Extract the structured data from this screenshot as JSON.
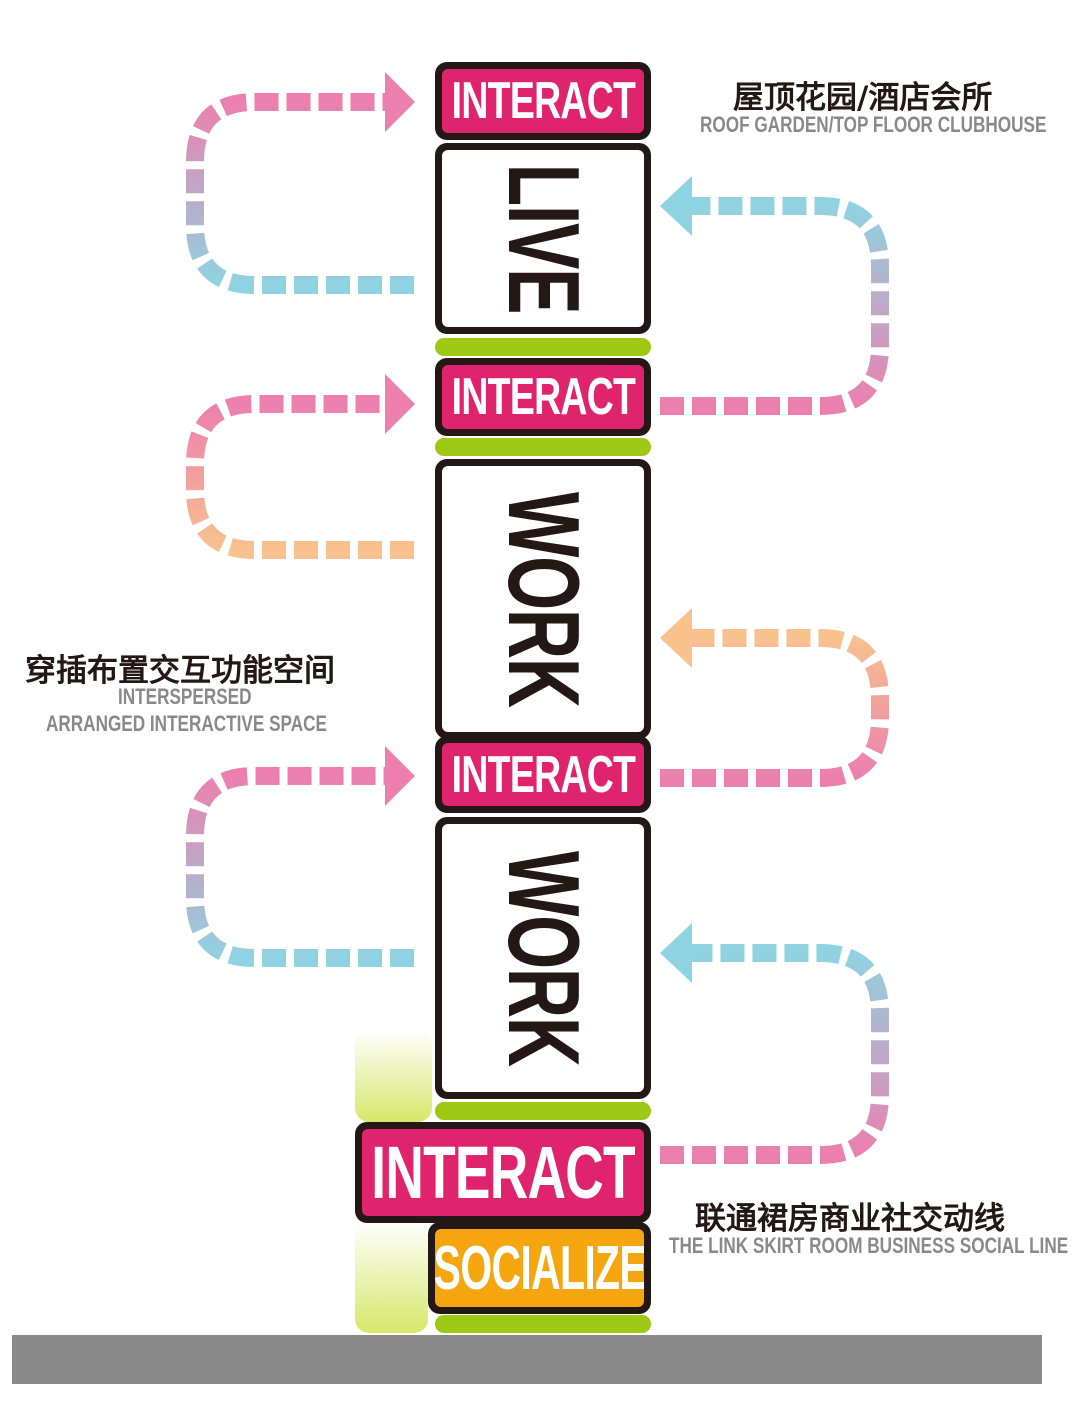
{
  "stack": {
    "interact_1": "INTERACT",
    "live": "LIVE",
    "interact_2": "INTERACT",
    "work_1": "WORK",
    "interact_3": "INTERACT",
    "work_2": "WORK",
    "interact_4": "INTERACT",
    "socialize": "SOCIALIZE"
  },
  "annotations": {
    "roof": {
      "cn": "屋顶花园/酒店会所",
      "en": "ROOF GARDEN/TOP FLOOR CLUBHOUSE"
    },
    "interspersed": {
      "cn": "穿插布置交互功能空间",
      "en_line1": "INTERSPERSED",
      "en_line2": "ARRANGED INTERACTIVE SPACE"
    },
    "link": {
      "cn": "联通裙房商业社交动线",
      "en": "THE LINK SKIRT ROOM BUSINESS SOCIAL LINE"
    }
  },
  "colors": {
    "pink": "#e0236d",
    "arrow_pink": "#ec7fae",
    "arrow_blue": "#8fd3e2",
    "arrow_peach": "#f8c18e",
    "green": "#9dc814",
    "orange": "#f5a50e",
    "ground": "#898989"
  },
  "arrows": [
    {
      "side": "left",
      "from": "arrow_blue",
      "to": "arrow_pink"
    },
    {
      "side": "left",
      "from": "arrow_peach",
      "to": "arrow_pink"
    },
    {
      "side": "left",
      "from": "arrow_blue",
      "to": "arrow_pink"
    },
    {
      "side": "right",
      "from": "arrow_pink",
      "to": "arrow_blue"
    },
    {
      "side": "right",
      "from": "arrow_pink",
      "to": "arrow_peach"
    },
    {
      "side": "right",
      "from": "arrow_pink",
      "to": "arrow_blue"
    }
  ]
}
